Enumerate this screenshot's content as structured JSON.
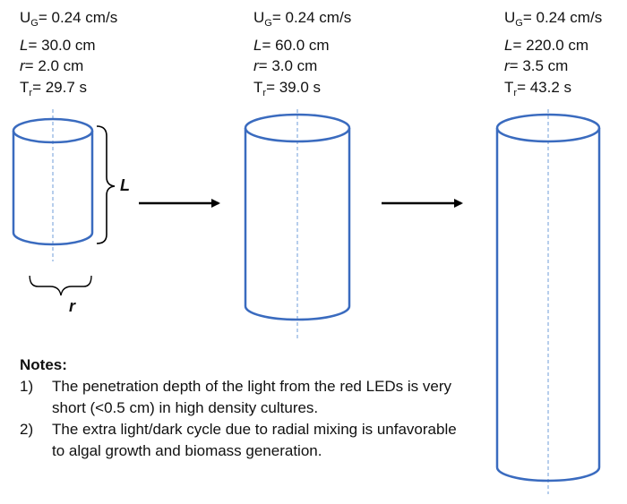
{
  "columns": [
    {
      "ug_label": "U",
      "ug_sub": "G",
      "ug_value": "= 0.24 cm/s",
      "l_label": "L",
      "l_value": "= 30.0 cm",
      "r_label": "r",
      "r_value": "= 2.0 cm",
      "tr_label": "T",
      "tr_sub": "r",
      "tr_value": "= 29.7 s"
    },
    {
      "ug_label": "U",
      "ug_sub": "G",
      "ug_value": "= 0.24 cm/s",
      "l_label": "L",
      "l_value": "= 60.0 cm",
      "r_label": "r",
      "r_value": "= 3.0 cm",
      "tr_label": "T",
      "tr_sub": "r",
      "tr_value": "= 39.0 s"
    },
    {
      "ug_label": "U",
      "ug_sub": "G",
      "ug_value": "= 0.24 cm/s",
      "l_label": "L",
      "l_value": "= 220.0 cm",
      "r_label": "r",
      "r_value": "= 3.5 cm",
      "tr_label": "T",
      "tr_sub": "r",
      "tr_value": "= 43.2 s"
    }
  ],
  "dimension_labels": {
    "length": "L",
    "radius": "r"
  },
  "notes": {
    "title": "Notes:",
    "items": [
      {
        "num": "1)",
        "text": "The penetration depth of the light from the red LEDs is very short (<0.5 cm) in high density cultures."
      },
      {
        "num": "2)",
        "text": "The extra light/dark cycle due to radial mixing is unfavorable to algal growth and biomass generation."
      }
    ]
  },
  "colors": {
    "cylinder": "#3a6bbf",
    "axis": "#6f9ed8",
    "text": "#111111"
  }
}
